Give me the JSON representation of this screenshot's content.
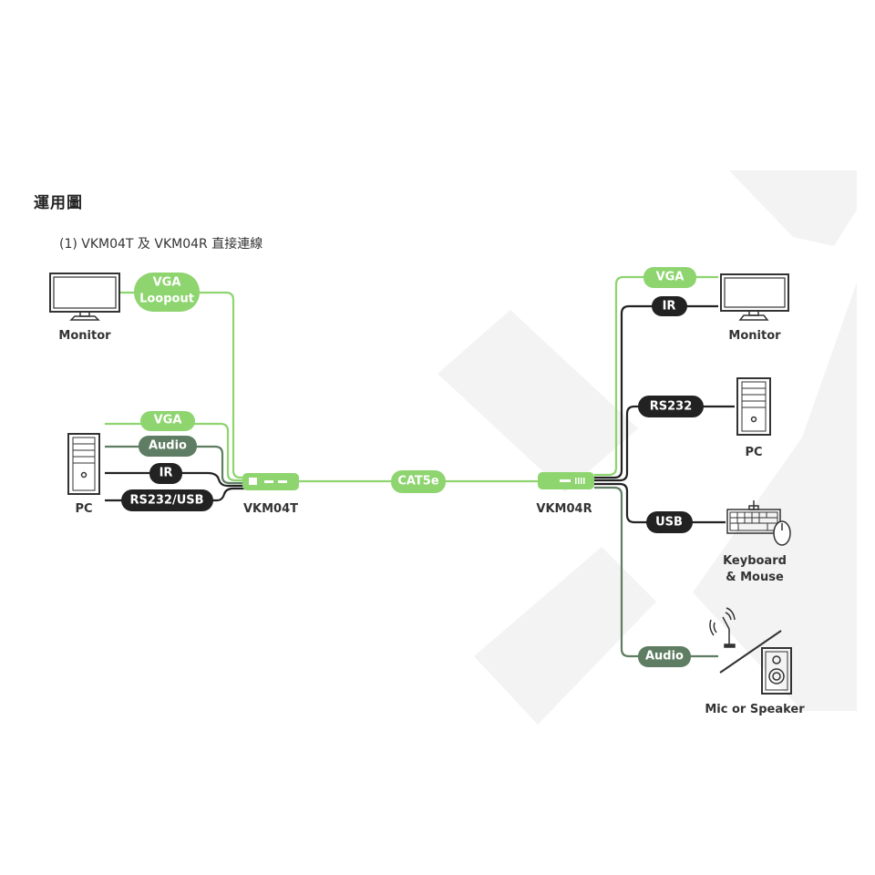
{
  "heading": "運用圖",
  "subtitle": "(1)  VKM04T 及 VKM04R 直接連線",
  "colors": {
    "light_green": "#8ed46f",
    "dark_green": "#5e7d62",
    "black": "#222222",
    "watermark": "#f2f2f2",
    "text": "#333333"
  },
  "transmitter": {
    "name": "VKM04T",
    "left_devices": [
      {
        "name": "Monitor",
        "icon": "monitor-icon"
      },
      {
        "name": "PC",
        "icon": "pc-tower-icon"
      }
    ],
    "connections": [
      {
        "label": "VGA\nLoopout",
        "line1": "VGA",
        "line2": "Loopout",
        "style": "light_green",
        "device": "Monitor"
      },
      {
        "label": "VGA",
        "style": "light_green",
        "device": "PC"
      },
      {
        "label": "Audio",
        "style": "dark_green",
        "device": "PC"
      },
      {
        "label": "IR",
        "style": "black",
        "device": "PC"
      },
      {
        "label": "RS232/USB",
        "style": "black",
        "device": "PC"
      }
    ]
  },
  "link": {
    "label": "CAT5e",
    "style": "light_green"
  },
  "receiver": {
    "name": "VKM04R",
    "connections": [
      {
        "label": "VGA",
        "style": "light_green",
        "device": "Monitor"
      },
      {
        "label": "IR",
        "style": "black",
        "device": "Monitor"
      },
      {
        "label": "RS232",
        "style": "black",
        "device": "PC"
      },
      {
        "label": "USB",
        "style": "black",
        "device": "Keyboard & Mouse"
      },
      {
        "label": "Audio",
        "style": "dark_green",
        "device": "Mic or Speaker"
      }
    ],
    "devices": [
      {
        "name": "Monitor",
        "icon": "monitor-icon"
      },
      {
        "name": "PC",
        "icon": "pc-tower-icon"
      },
      {
        "name": "Keyboard",
        "name2": "& Mouse",
        "icon": "keyboard-mouse-icon"
      },
      {
        "name": "Mic or Speaker",
        "icon": "mic-speaker-icon"
      }
    ]
  }
}
